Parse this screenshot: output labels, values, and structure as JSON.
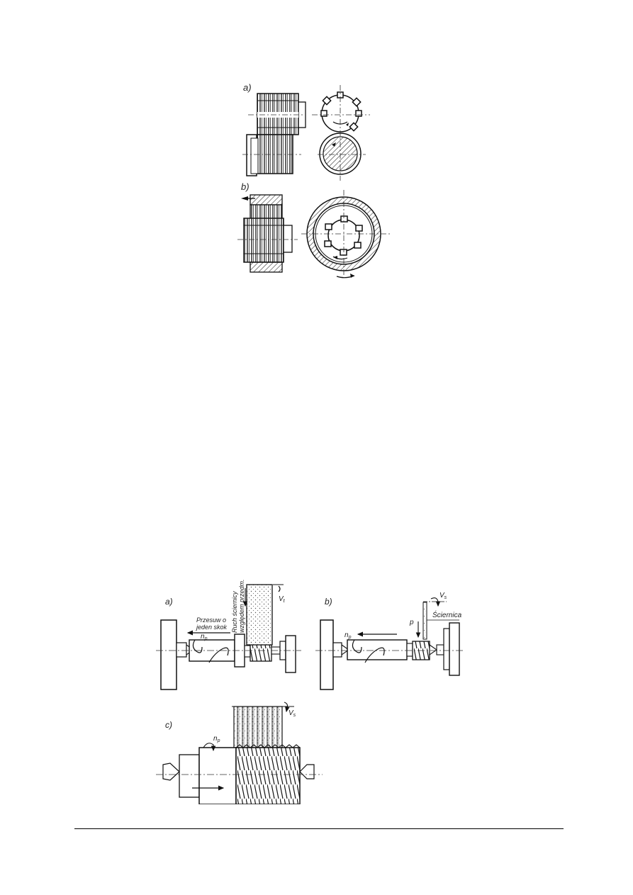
{
  "page": {
    "background": "#ffffff"
  },
  "figure_top": {
    "panel_a": {
      "label": "a)"
    },
    "panel_b": {
      "label": "b)"
    }
  },
  "figure_bottom": {
    "panel_a": {
      "label": "a)",
      "feed_text_line1": "Przesuw o",
      "feed_text_line2": "jeden skok",
      "motion_text_line1": "Ruch ściernicy",
      "motion_text_line2": "względem przedm.",
      "speed_label": "V",
      "speed_sub": "t",
      "rotation_label": "n",
      "rotation_sub": "p"
    },
    "panel_b": {
      "label": "b)",
      "speed_label": "V",
      "speed_sub": "s",
      "wheel_label": "Ściernica",
      "feed_label": "p",
      "rotation_label": "n",
      "rotation_sub": "p"
    },
    "panel_c": {
      "label": "c)",
      "speed_label": "V",
      "speed_sub": "s",
      "rotation_label": "n",
      "rotation_sub": "p"
    }
  },
  "footer": {
    "rule_color": "#000000"
  }
}
